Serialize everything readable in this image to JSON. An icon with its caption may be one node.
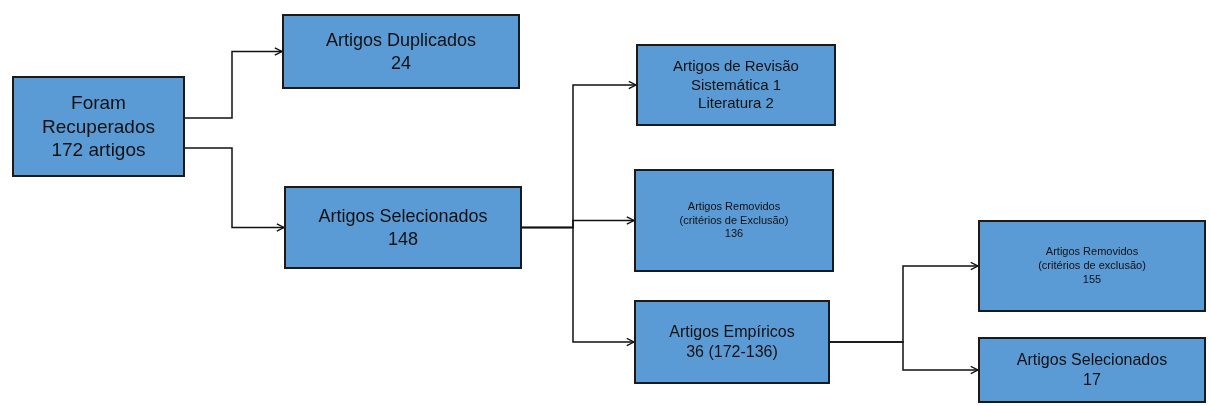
{
  "diagram": {
    "nodes": [
      {
        "text": [
          "Foram Recuperados 172 artigos"
        ]
      },
      {
        "text": [
          "Artigos Duplicados",
          "24"
        ]
      },
      {
        "text": [
          "Artigos Selecionados",
          "148"
        ]
      },
      {
        "text": [
          "Artigos de Revisão",
          "Sistemática 1",
          "Literatura 2"
        ]
      },
      {
        "text": [
          "Artigos Removidos",
          "(critérios de Exclusão)",
          "136"
        ]
      },
      {
        "text": [
          "Artigos Empíricos",
          "36 (172-136)"
        ]
      },
      {
        "text": [
          "Artigos Removidos",
          "(critérios de exclusão)",
          "155"
        ]
      },
      {
        "text": [
          "Artigos Selecionados",
          "17"
        ]
      }
    ],
    "edges": [
      {
        "from": 0,
        "to": 1,
        "arrow": "to"
      },
      {
        "from": 0,
        "to": 2,
        "arrow": "to"
      },
      {
        "from": 2,
        "to": 3,
        "arrow": "to"
      },
      {
        "from": 2,
        "to": 4,
        "arrow": "to"
      },
      {
        "from": 2,
        "to": 5,
        "arrow": "to"
      },
      {
        "from": 5,
        "to": 6,
        "arrow": "to"
      },
      {
        "from": 5,
        "to": 7,
        "arrow": "to"
      }
    ]
  }
}
